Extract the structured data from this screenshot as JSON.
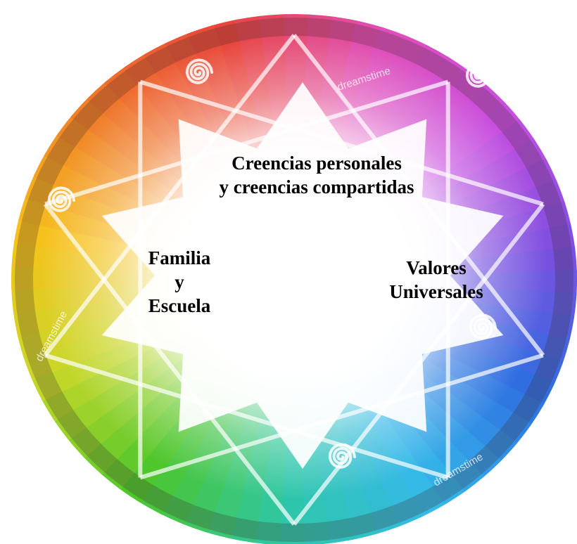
{
  "diagram": {
    "segments": {
      "top": {
        "line1": "Creencias personales",
        "line2": "y creencias compartidas"
      },
      "left": {
        "line1": "Familia",
        "line2": "y",
        "line3": "Escuela"
      },
      "right": {
        "line1": "Valores",
        "line2": "Universales"
      }
    },
    "watermarks": [
      "dreamstime",
      "dreamstime",
      "dreamstime"
    ],
    "palette": [
      "#e8453c",
      "#f07a2a",
      "#f6c21c",
      "#c7d82a",
      "#4cc62c",
      "#2ec7a8",
      "#35b8ea",
      "#2e6fe0",
      "#7a4fe0",
      "#c84fe0",
      "#e04fb8",
      "#e8453c"
    ]
  }
}
